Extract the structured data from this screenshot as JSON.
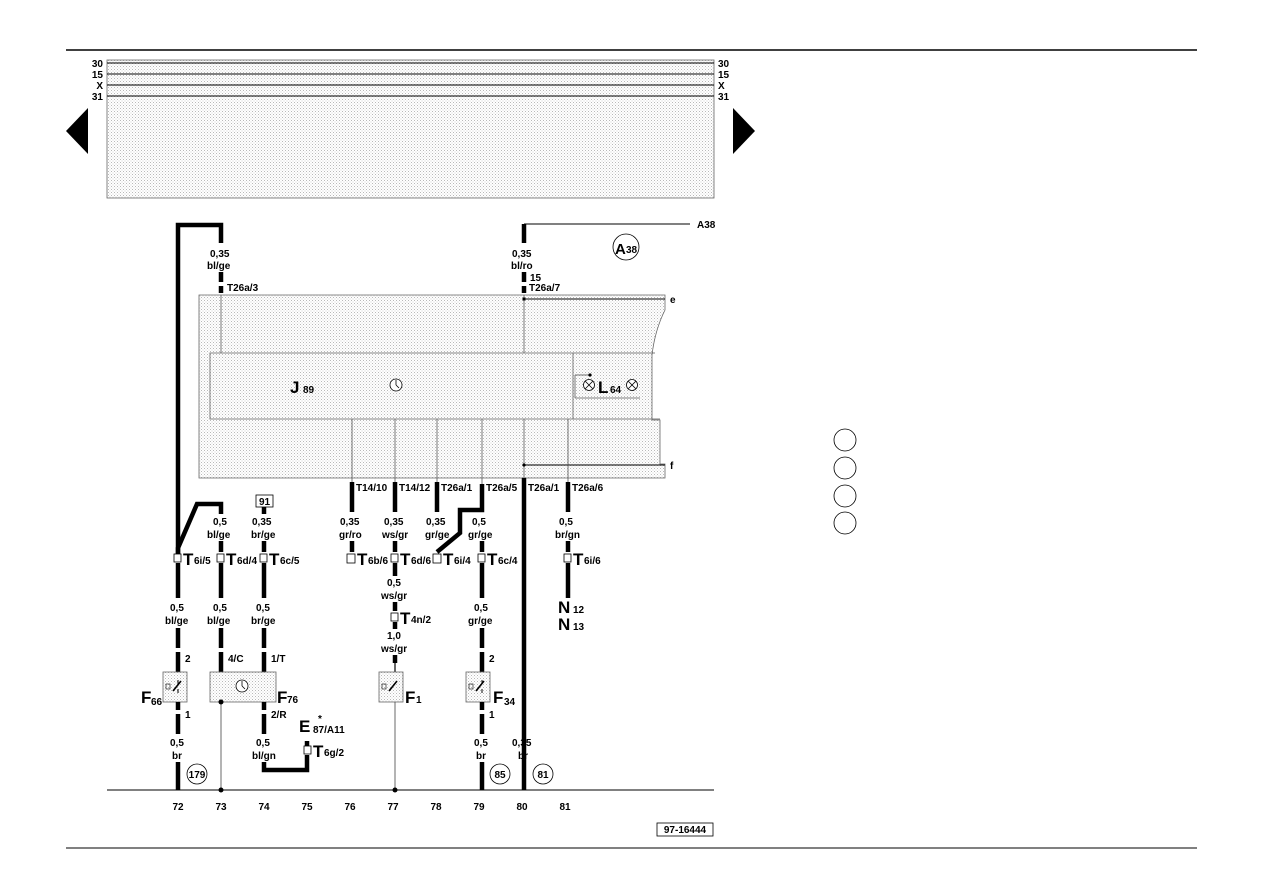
{
  "diagram_id": "97-16444",
  "rails": {
    "left": [
      "30",
      "15",
      "X",
      "31"
    ],
    "right": [
      "30",
      "15",
      "X",
      "31"
    ]
  },
  "nav": {
    "prev_icon": "triangle-left-icon",
    "next_icon": "triangle-right-icon"
  },
  "ref_A38": "A38",
  "ref_e": "e",
  "ref_f": "f",
  "top_wires": {
    "left": {
      "size": "0,35",
      "color": "bl/ge",
      "conn": "T26a/3"
    },
    "right": {
      "size": "0,35",
      "color": "bl/ro",
      "fuse": "15",
      "conn": "T26a/7"
    }
  },
  "badge_A38": {
    "letter": "A",
    "sub": "38"
  },
  "unit_J89": {
    "letter": "J",
    "sub": "89"
  },
  "lamp_L64": {
    "letter": "L",
    "sub": "64"
  },
  "mid_connectors": [
    "T14/10",
    "T14/12",
    "T26a/1",
    "T26a/5",
    "T26a/1",
    "T26a/6"
  ],
  "ref91": "91",
  "mid_wires": [
    {
      "size": "0,5",
      "color": "bl/ge"
    },
    {
      "size": "0,35",
      "color": "br/ge"
    },
    {
      "size": "0,35",
      "color": "gr/ro"
    },
    {
      "size": "0,35",
      "color": "ws/gr"
    },
    {
      "size": "0,35",
      "color": "gr/ge"
    },
    {
      "size": "0,5",
      "color": "gr/ge"
    },
    {
      "size": "0,5",
      "color": "br/gn"
    }
  ],
  "t_connectors": [
    {
      "letter": "T",
      "sub": "6i/5"
    },
    {
      "letter": "T",
      "sub": "6d/4"
    },
    {
      "letter": "T",
      "sub": "6c/5"
    },
    {
      "letter": "T",
      "sub": "6b/6"
    },
    {
      "letter": "T",
      "sub": "6d/6"
    },
    {
      "letter": "T",
      "sub": "6i/4"
    },
    {
      "letter": "T",
      "sub": "6c/4"
    },
    {
      "letter": "T",
      "sub": "6i/6"
    }
  ],
  "ws_wire": {
    "size": "0,5",
    "color": "ws/gr"
  },
  "t4n2": {
    "letter": "T",
    "sub": "4n/2"
  },
  "ws_wire2": {
    "size": "1,0",
    "color": "ws/gr"
  },
  "low_wires": [
    {
      "size": "0,5",
      "color": "bl/ge"
    },
    {
      "size": "0,5",
      "color": "bl/ge"
    },
    {
      "size": "0,5",
      "color": "br/ge"
    },
    {
      "size": "0,5",
      "color": "gr/ge"
    }
  ],
  "N12": {
    "letter": "N",
    "sub": "12"
  },
  "N13": {
    "letter": "N",
    "sub": "13"
  },
  "pins": {
    "p2a": "2",
    "p4c": "4/C",
    "p1t": "1/T",
    "p2b": "2",
    "p1a": "1",
    "p2r": "2/R",
    "p1b": "1"
  },
  "F66": {
    "letter": "F",
    "sub": "66"
  },
  "F76": {
    "letter": "F",
    "sub": "76"
  },
  "F1": {
    "letter": "F",
    "sub": "1"
  },
  "F34": {
    "letter": "F",
    "sub": "34"
  },
  "E87": {
    "letter": "E",
    "sub": "87/A11",
    "star": "*"
  },
  "t6g2": {
    "letter": "T",
    "sub": "6g/2"
  },
  "bottom_wires": [
    {
      "size": "0,5",
      "color": "br"
    },
    {
      "size": "0,5",
      "color": "bl/gn"
    },
    {
      "size": "0,5",
      "color": "br"
    },
    {
      "size": "0,35",
      "color": "br"
    }
  ],
  "ground_refs": [
    "179",
    "85",
    "81"
  ],
  "columns": [
    "72",
    "73",
    "74",
    "75",
    "76",
    "77",
    "78",
    "79",
    "80",
    "81"
  ]
}
